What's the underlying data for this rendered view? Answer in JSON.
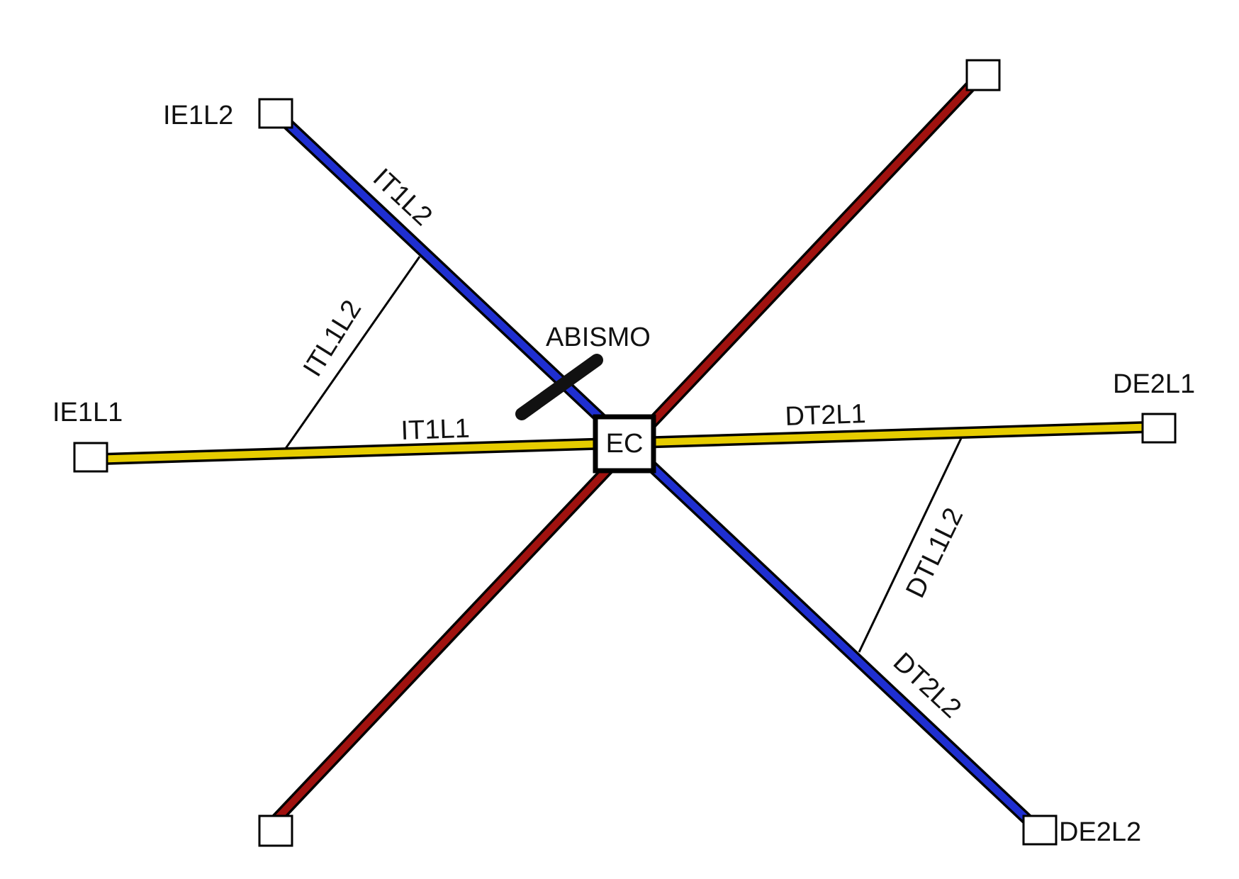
{
  "colors": {
    "yellow_line": "#e6cc00",
    "blue_line": "#1f2fd0",
    "red_line": "#a0120f",
    "outline": "#000000",
    "node_fill": "#ffffff"
  },
  "diagram": {
    "center_node": {
      "label": "EC"
    },
    "nodes": {
      "ie1l2": {
        "label": "IE1L2"
      },
      "ie1l1": {
        "label": "IE1L1"
      },
      "de2l1": {
        "label": "DE2L1"
      },
      "de2l2": {
        "label": "DE2L2"
      }
    },
    "edges": {
      "it1l2": {
        "label": "IT1L2"
      },
      "it1l1": {
        "label": "IT1L1"
      },
      "dt2l1": {
        "label": "DT2L1"
      },
      "dt2l2": {
        "label": "DT2L2"
      }
    },
    "connectors": {
      "itl1l2": {
        "label": "ITL1L2"
      },
      "dtl1l2": {
        "label": "DTL1L2"
      }
    },
    "annotation": {
      "label": "ABISMO"
    }
  }
}
